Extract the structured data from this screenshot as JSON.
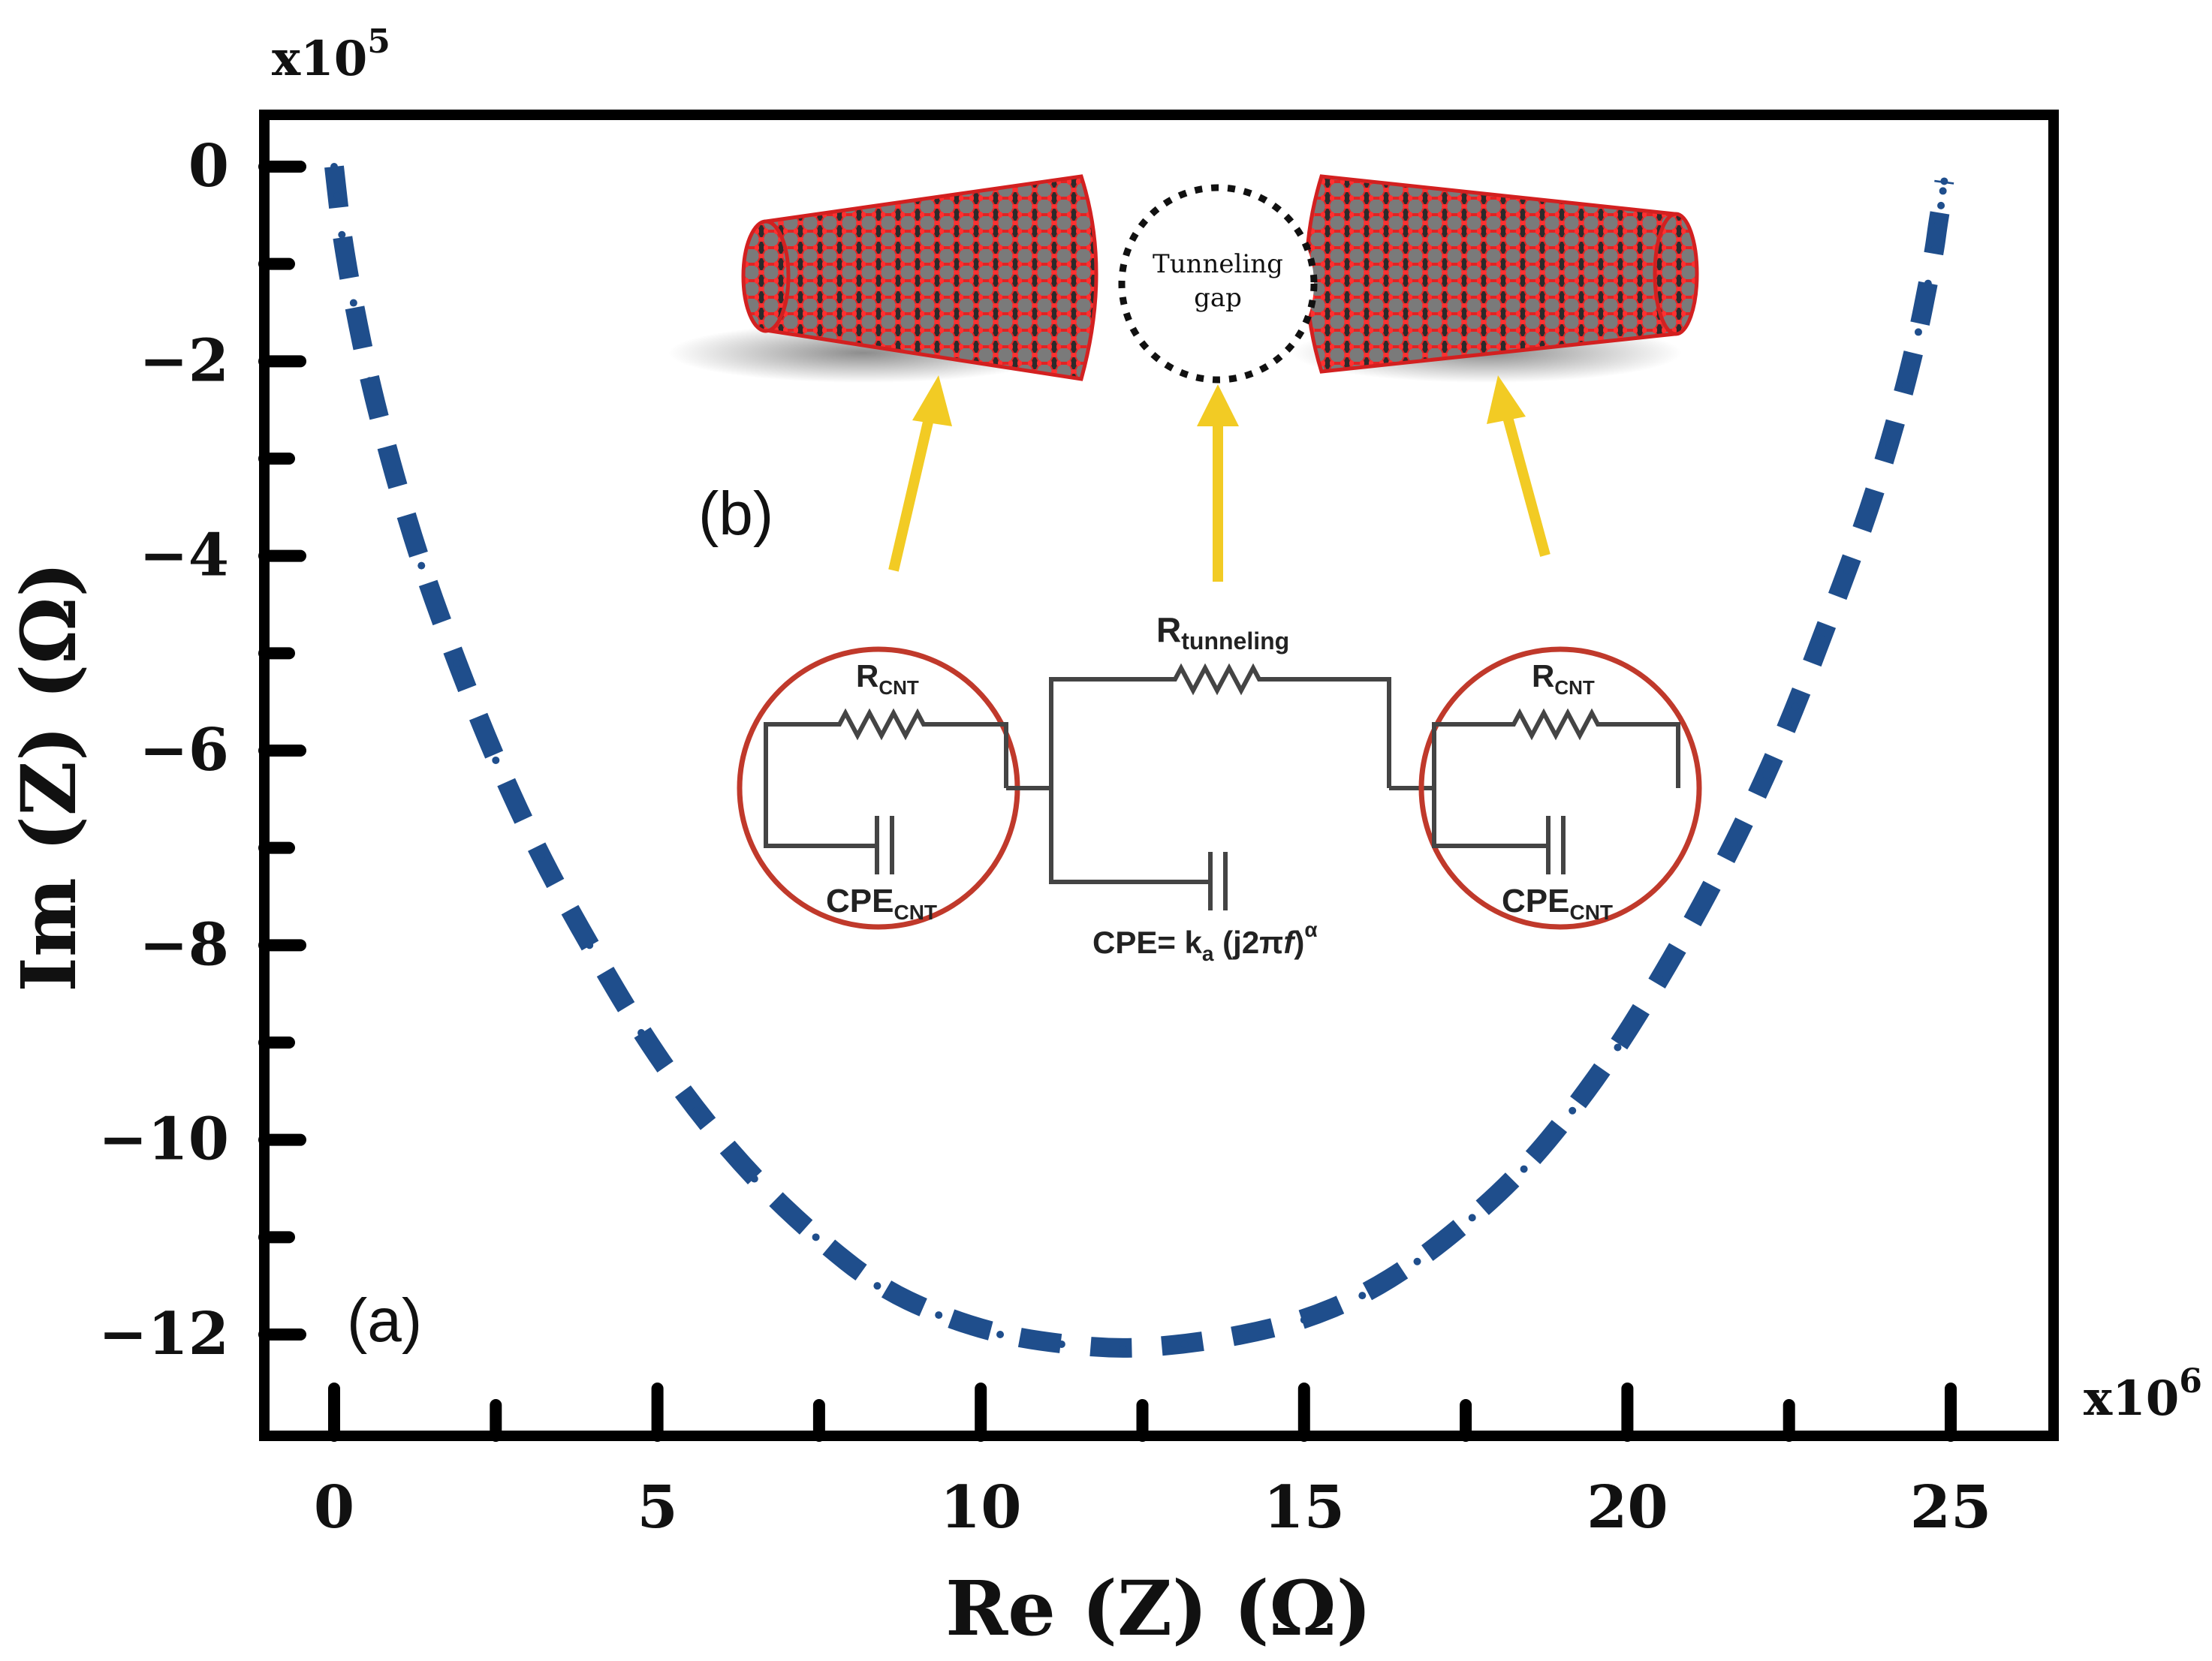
{
  "chart_data": {
    "type": "scatter",
    "title": "",
    "xlabel": "Re (Z) (Ω)",
    "ylabel": "Im (Z) (Ω)",
    "x_multiplier": "x10",
    "x_multiplier_exp": "6",
    "y_multiplier": "x10",
    "y_multiplier_exp": "5",
    "xlim": [
      -1,
      26
    ],
    "ylim": [
      -13,
      0.6
    ],
    "x_ticks": [
      "0",
      "5",
      "10",
      "15",
      "20",
      "25"
    ],
    "y_ticks": [
      "0",
      "−2",
      "−4",
      "−6",
      "−8",
      "−10",
      "−12"
    ],
    "grid": false,
    "series": [
      {
        "color": "#1f4e8c",
        "x": [
          0.0,
          0.05,
          0.12,
          0.3,
          0.55,
          0.9,
          1.35,
          1.9,
          2.5,
          3.2,
          3.95,
          4.75,
          5.6,
          6.5,
          7.45,
          8.4,
          9.35,
          10.3,
          11.25,
          12.2,
          13.15,
          14.1,
          15.0,
          15.9,
          16.75,
          17.6,
          18.4,
          19.15,
          19.85,
          20.5,
          21.1,
          21.65,
          22.15,
          22.6,
          23.0,
          23.4,
          23.75,
          24.05,
          24.3,
          24.5,
          24.65,
          24.75,
          24.8,
          24.85,
          24.88,
          24.9
        ],
        "y": [
          0.0,
          -0.3,
          -0.7,
          -1.4,
          -2.2,
          -3.1,
          -4.1,
          -5.1,
          -6.1,
          -7.1,
          -8.0,
          -8.9,
          -9.7,
          -10.4,
          -11.0,
          -11.5,
          -11.8,
          -12.0,
          -12.1,
          -12.15,
          -12.1,
          -12.0,
          -11.85,
          -11.6,
          -11.25,
          -10.8,
          -10.3,
          -9.7,
          -9.05,
          -8.35,
          -7.65,
          -6.95,
          -6.25,
          -5.55,
          -4.85,
          -4.15,
          -3.5,
          -2.85,
          -2.25,
          -1.7,
          -1.2,
          -0.85,
          -0.6,
          -0.4,
          -0.25,
          -0.15
        ]
      }
    ],
    "annotations": [
      "(a)",
      "(b)"
    ]
  },
  "inset": {
    "gap_label_line1": "Tunneling",
    "gap_label_line2": "gap",
    "r_tunneling_main": "R",
    "r_tunneling_sub": "tunneling",
    "r_cnt_main": "R",
    "r_cnt_sub": "CNT",
    "cpe_cnt_main": "CPE",
    "cpe_cnt_sub": "CNT",
    "cpe_formula_prefix": "CPE= k",
    "cpe_formula_sub": "a",
    "cpe_formula_mid": " (j2π",
    "cpe_formula_f": "f",
    "cpe_formula_close": ")",
    "cpe_formula_sup": "α",
    "colors": {
      "nanotube": "#e02424",
      "arrow": "#f2cb24",
      "circle": "#c0392b",
      "circuit": "#444444"
    }
  }
}
